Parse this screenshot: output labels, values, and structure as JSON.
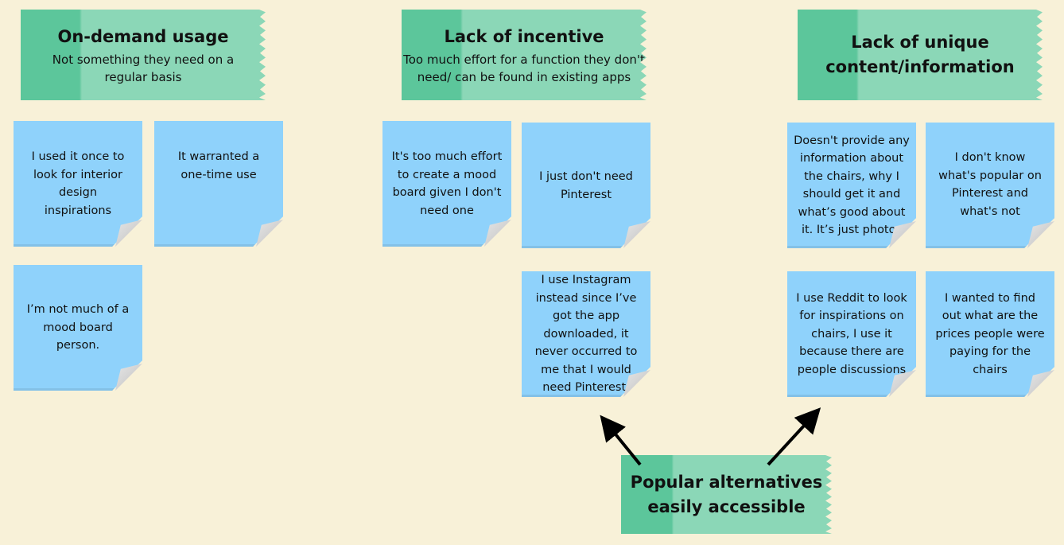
{
  "headers": [
    {
      "title": "On-demand usage",
      "subtitle": "Not something they need on a regular basis"
    },
    {
      "title": "Lack of incentive",
      "subtitle": "Too much effort for a function they don't need/ can be found in existing apps"
    },
    {
      "title": "Lack of unique content/information",
      "subtitle": ""
    },
    {
      "title": "Popular alternatives easily accessible",
      "subtitle": ""
    }
  ],
  "notes": [
    "I used it once to look for interior design inspirations",
    "It warranted a one-time use",
    "I’m not much of a mood board person.",
    "It's too much effort to create a mood board given I don't need one",
    "I just don't need Pinterest",
    "I use Instagram instead since I’ve got the app downloaded, it never occurred to me that I would need Pinterest.",
    "Doesn't provide any information about the chairs, why I should get it and what’s good about it. It’s just photos",
    "I don't know what's popular on Pinterest and what's not",
    "I use Reddit to look for inspirations on chairs, I use it because there are people discussions",
    "I wanted to find out what are the prices people were paying for the chairs"
  ],
  "colors": {
    "background": "#f8f1d8",
    "header_dark": "#5cc69b",
    "header_light": "#8bd7b7",
    "note": "#8fd2fb",
    "arrow": "#000000"
  }
}
